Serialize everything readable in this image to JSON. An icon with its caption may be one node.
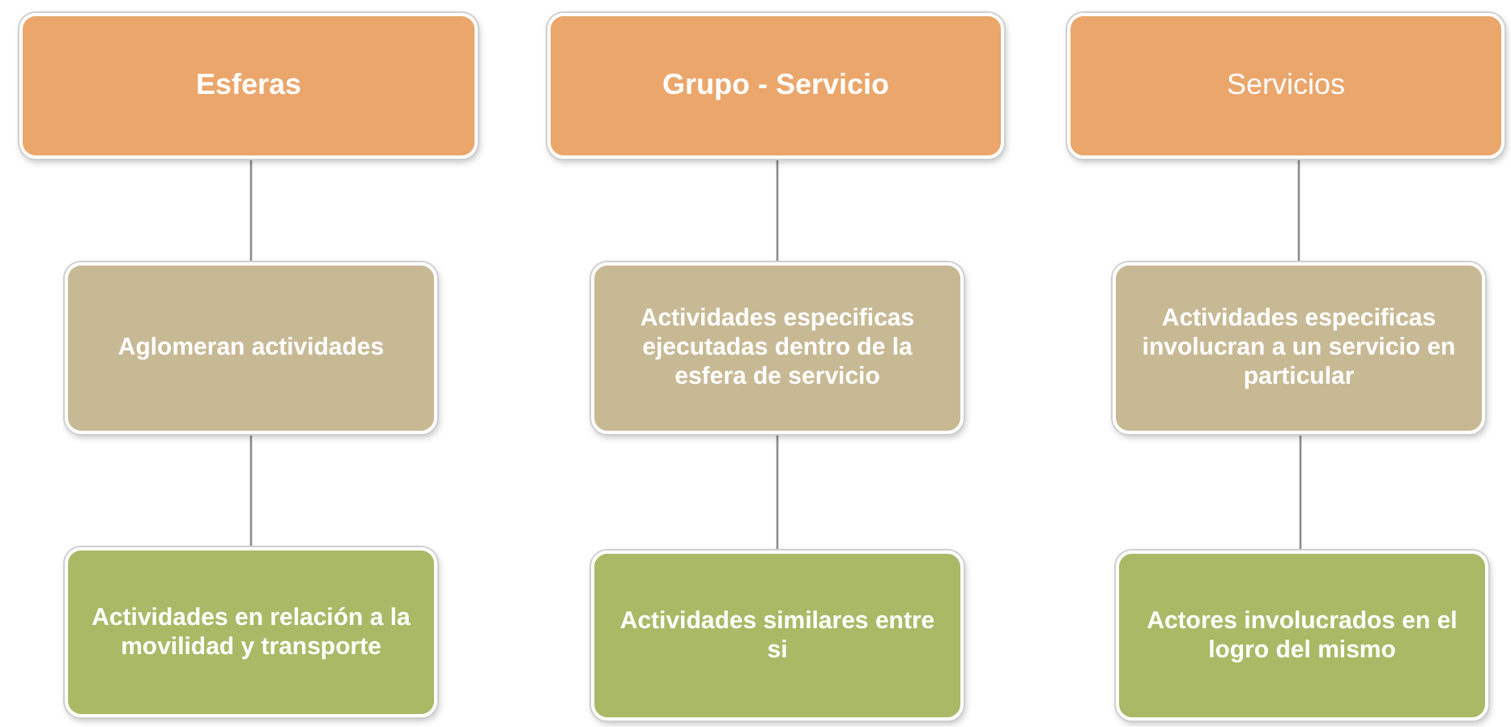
{
  "diagram": {
    "nodes": [
      {
        "text": [
          "Esferas"
        ]
      },
      {
        "text": [
          "Grupo - Servicio"
        ]
      },
      {
        "text": [
          "Servicios"
        ]
      },
      {
        "text": [
          "Aglomeran actividades"
        ]
      },
      {
        "text": [
          "Actividades especificas ejecutadas dentro de la esfera de servicio"
        ]
      },
      {
        "text": [
          "Actividades especificas involucran a un servicio  en particular"
        ]
      },
      {
        "text": [
          "Actividades en relación a la movilidad y transporte"
        ]
      },
      {
        "text": [
          "Actividades similares entre si"
        ]
      },
      {
        "text": [
          "Actores involucrados en el logro del mismo"
        ]
      }
    ],
    "edges": [
      {
        "from": 0,
        "to": 3,
        "arrow": "none"
      },
      {
        "from": 3,
        "to": 6,
        "arrow": "none"
      },
      {
        "from": 1,
        "to": 4,
        "arrow": "none"
      },
      {
        "from": 4,
        "to": 7,
        "arrow": "none"
      },
      {
        "from": 2,
        "to": 5,
        "arrow": "none"
      },
      {
        "from": 5,
        "to": 8,
        "arrow": "none"
      }
    ]
  }
}
